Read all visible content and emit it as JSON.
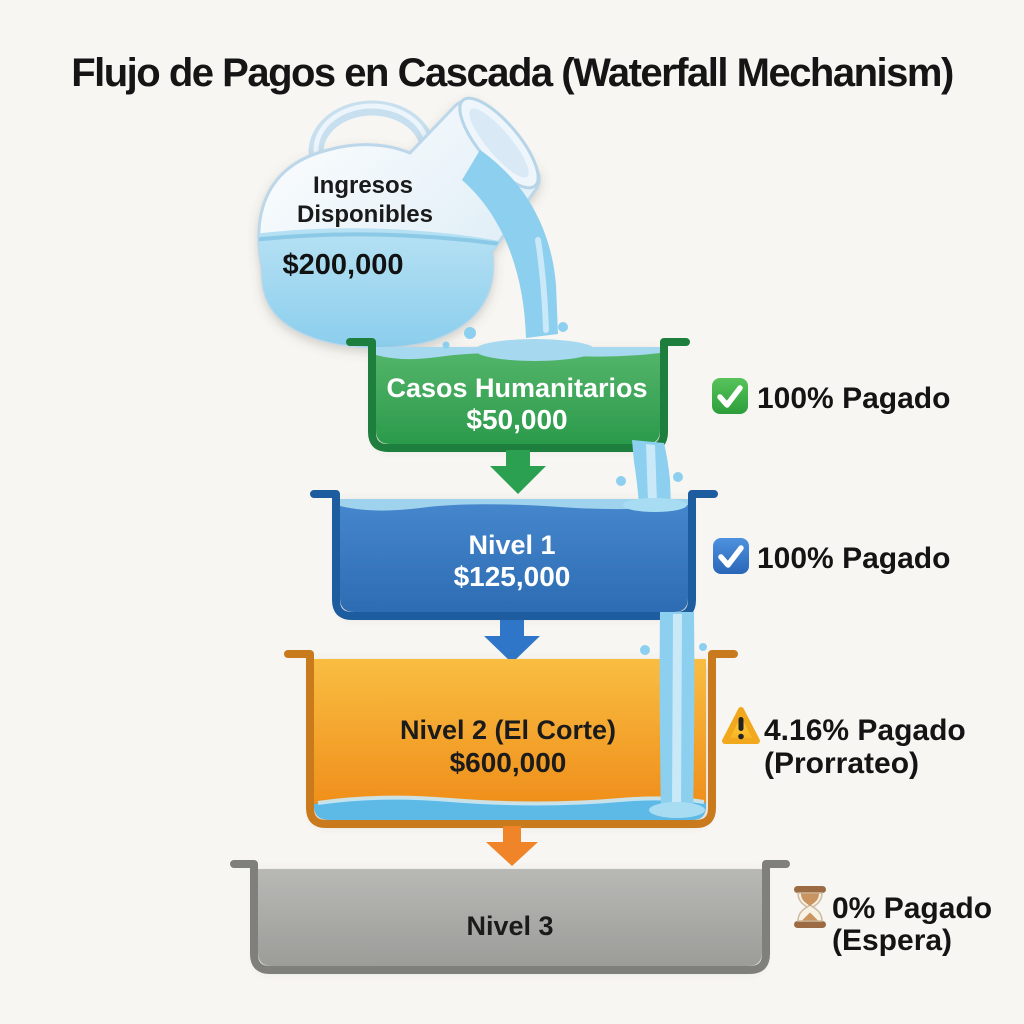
{
  "title": "Flujo de Pagos en Cascada (Waterfall Mechanism)",
  "source": {
    "icon": "water-pitcher",
    "name_line1": "Ingresos",
    "name_line2": "Disponibles",
    "amount": "$200,000"
  },
  "tiers": [
    {
      "name": "Casos Humanitarios",
      "amount": "$50,000",
      "status": "100% Pagado",
      "status_note": "",
      "status_icon": "green-check-icon",
      "color": "#2f9e4e"
    },
    {
      "name": "Nivel 1",
      "amount": "$125,000",
      "status": "100% Pagado",
      "status_note": "",
      "status_icon": "blue-check-icon",
      "color": "#3a7cc2"
    },
    {
      "name": "Nivel 2 (El Corte)",
      "amount": "$600,000",
      "status": "4.16% Pagado",
      "status_note": "(Prorrateo)",
      "status_icon": "warning-triangle-icon",
      "color": "#f0961f"
    },
    {
      "name": "Nivel 3",
      "amount": "",
      "status": "0% Pagado",
      "status_note": "(Espera)",
      "status_icon": "hourglass-icon",
      "color": "#a9a9a6"
    }
  ],
  "colors": {
    "background": "#f8f6f2",
    "water": "#8ccfee",
    "title_text": "#151515"
  }
}
